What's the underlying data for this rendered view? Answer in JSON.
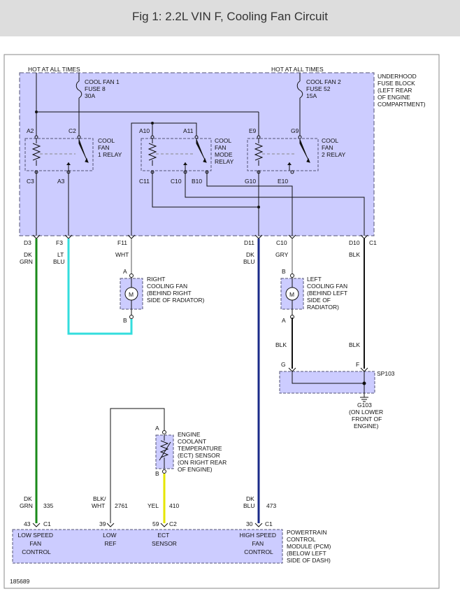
{
  "title": "Fig 1: 2.2L VIN F, Cooling Fan Circuit",
  "colors": {
    "fill": "#ccccff",
    "green": "#1a8a1a",
    "cyan": "#33dddd",
    "yellow": "#e6e600",
    "blue": "#1a2a88",
    "black": "#111111",
    "gray": "#aaaaaa"
  },
  "fuse_block": {
    "label_lines": [
      "UNDERHOOD",
      "FUSE BLOCK",
      "(LEFT REAR",
      "OF ENGINE",
      "COMPARTMENT)"
    ],
    "hot1": "HOT AT ALL TIMES",
    "hot2": "HOT AT ALL TIMES",
    "fuse1_lines": [
      "COOL FAN 1",
      "FUSE 8",
      "30A"
    ],
    "fuse2_lines": [
      "COOL FAN 2",
      "FUSE 52",
      "15A"
    ]
  },
  "relays": {
    "r1_lines": [
      "COOL",
      "FAN",
      "1 RELAY"
    ],
    "r2_lines": [
      "COOL",
      "FAN",
      "MODE",
      "RELAY"
    ],
    "r3_lines": [
      "COOL",
      "FAN",
      "2 RELAY"
    ]
  },
  "pins": {
    "a2": "A2",
    "c2": "C2",
    "a10": "A10",
    "a11": "A11",
    "e9": "E9",
    "g9": "G9",
    "c3": "C3",
    "a3": "A3",
    "c11": "C11",
    "c10": "C10",
    "b10": "B10",
    "g10": "G10",
    "e10": "E10"
  },
  "connectors": {
    "d3": "D3",
    "f3": "F3",
    "f11": "F11",
    "d11": "D11",
    "c10": "C10",
    "d10": "D10",
    "c1": "C1"
  },
  "wires": {
    "dk_grn": [
      "DK",
      "GRN"
    ],
    "lt_blu": [
      "LT",
      "BLU"
    ],
    "wht": "WHT",
    "dk_blu": [
      "DK",
      "BLU"
    ],
    "gry": "GRY",
    "blk": "BLK",
    "blk_wht": [
      "BLK/",
      "WHT"
    ],
    "yel": "YEL",
    "n335": "335",
    "n2761": "2761",
    "n410": "410",
    "n473": "473"
  },
  "right_fan": {
    "label_lines": [
      "RIGHT",
      "COOLING FAN",
      "(BEHIND RIGHT",
      "SIDE OF RADIATOR)"
    ],
    "pin_a": "A",
    "pin_b": "B",
    "motor": "M"
  },
  "left_fan": {
    "label_lines": [
      "LEFT",
      "COOLING FAN",
      "(BEHIND LEFT",
      "SIDE OF",
      "RADIATOR)"
    ],
    "pin_a": "A",
    "pin_b": "B",
    "motor": "M"
  },
  "splice": {
    "label": "SP103",
    "pin_g": "G",
    "pin_f": "F",
    "ground_lines": [
      "G103",
      "(ON LOWER",
      "FRONT OF",
      "ENGINE)"
    ]
  },
  "ect_sensor": {
    "label_lines": [
      "ENGINE",
      "COOLANT",
      "TEMPERATURE",
      "(ECT) SENSOR",
      "(ON RIGHT REAR",
      "OF ENGINE)"
    ],
    "pin_a": "A",
    "pin_b": "B"
  },
  "pcm": {
    "label_lines": [
      "POWERTRAIN",
      "CONTROL",
      "MODULE (PCM)",
      "(BELOW LEFT",
      "SIDE OF DASH)"
    ],
    "low_speed_lines": [
      "LOW SPEED",
      "FAN",
      "CONTROL"
    ],
    "low_ref_lines": [
      "LOW",
      "REF"
    ],
    "ect_lines": [
      "ECT",
      "SENSOR"
    ],
    "high_speed_lines": [
      "HIGH SPEED",
      "FAN",
      "CONTROL"
    ],
    "pin43": "43",
    "pin39": "39",
    "pin59": "59",
    "pin30": "30",
    "c1a": "C1",
    "c2": "C2",
    "c1b": "C1"
  },
  "figure_number": "185689"
}
